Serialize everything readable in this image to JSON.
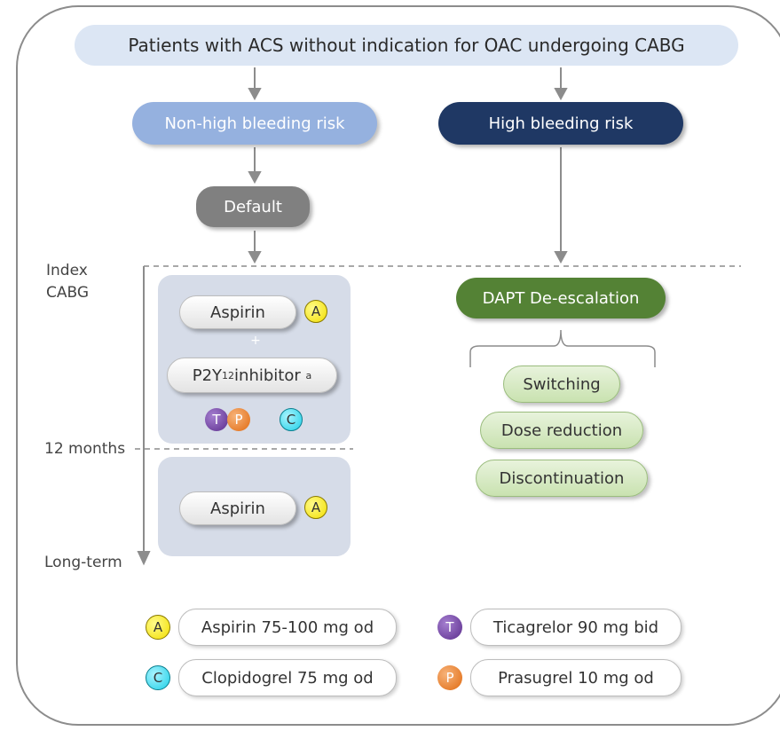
{
  "title": "Patients with ACS without indication for OAC undergoing CABG",
  "branches": {
    "non_high": "Non-high bleeding risk",
    "high": "High bleeding risk",
    "default": "Default",
    "deescalation": "DAPT De-escalation"
  },
  "timeline": {
    "index_line1": "Index",
    "index_line2": "CABG",
    "months": "12 months",
    "long_term": "Long-term"
  },
  "default_panel": {
    "aspirin": "Aspirin",
    "plus": "+",
    "p2y12_prefix": "P2Y",
    "p2y12_sub": "12",
    "p2y12_suffix": " inhibitor",
    "p2y12_sup": "a",
    "aspirin_long": "Aspirin"
  },
  "deescalation_options": [
    "Switching",
    "Dose reduction",
    "Discontinuation"
  ],
  "badges": {
    "A": "A",
    "T": "T",
    "P": "P",
    "C": "C"
  },
  "legend": [
    {
      "badge": "A",
      "text": "Aspirin 75-100 mg od"
    },
    {
      "badge": "T",
      "text": "Ticagrelor 90 mg bid"
    },
    {
      "badge": "C",
      "text": "Clopidogrel 75 mg od"
    },
    {
      "badge": "P",
      "text": "Prasugrel 10 mg od"
    }
  ],
  "colors": {
    "non_high": "#95b1df",
    "high": "#1f3864",
    "default": "#808080",
    "deescalation": "#548235",
    "aspirin_badge": "#f2de00",
    "ticagrelor_badge": "#5b2d8c",
    "prasugrel_badge": "#e06a10",
    "clopidogrel_badge": "#1ecfe6"
  }
}
